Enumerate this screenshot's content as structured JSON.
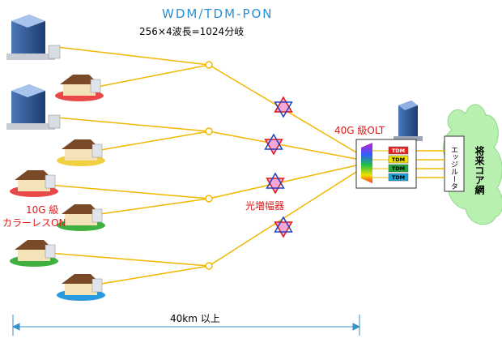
{
  "title": "WDM/TDM-PON",
  "subtitle": "256×4波長=1024分岐",
  "olt_label": "40G 級OLT",
  "tdm_labels": [
    "TDM",
    "TDM",
    "TDM",
    "TDM"
  ],
  "tdm_colors": [
    "#e8231e",
    "#f2e600",
    "#22a838",
    "#1ea0d8"
  ],
  "edge_router_label": "エッジルータ",
  "core_network_label": "将来コア網",
  "amplifier_label": "光増幅器",
  "onu_label_line1": "10G 級",
  "onu_label_line2": "カラーレスON",
  "distance_label": "40km 以上",
  "colors": {
    "fiber": "#f0b800",
    "cloud": "#b8f0b0",
    "title": "#2a8fd0",
    "labels": "#e01818"
  }
}
